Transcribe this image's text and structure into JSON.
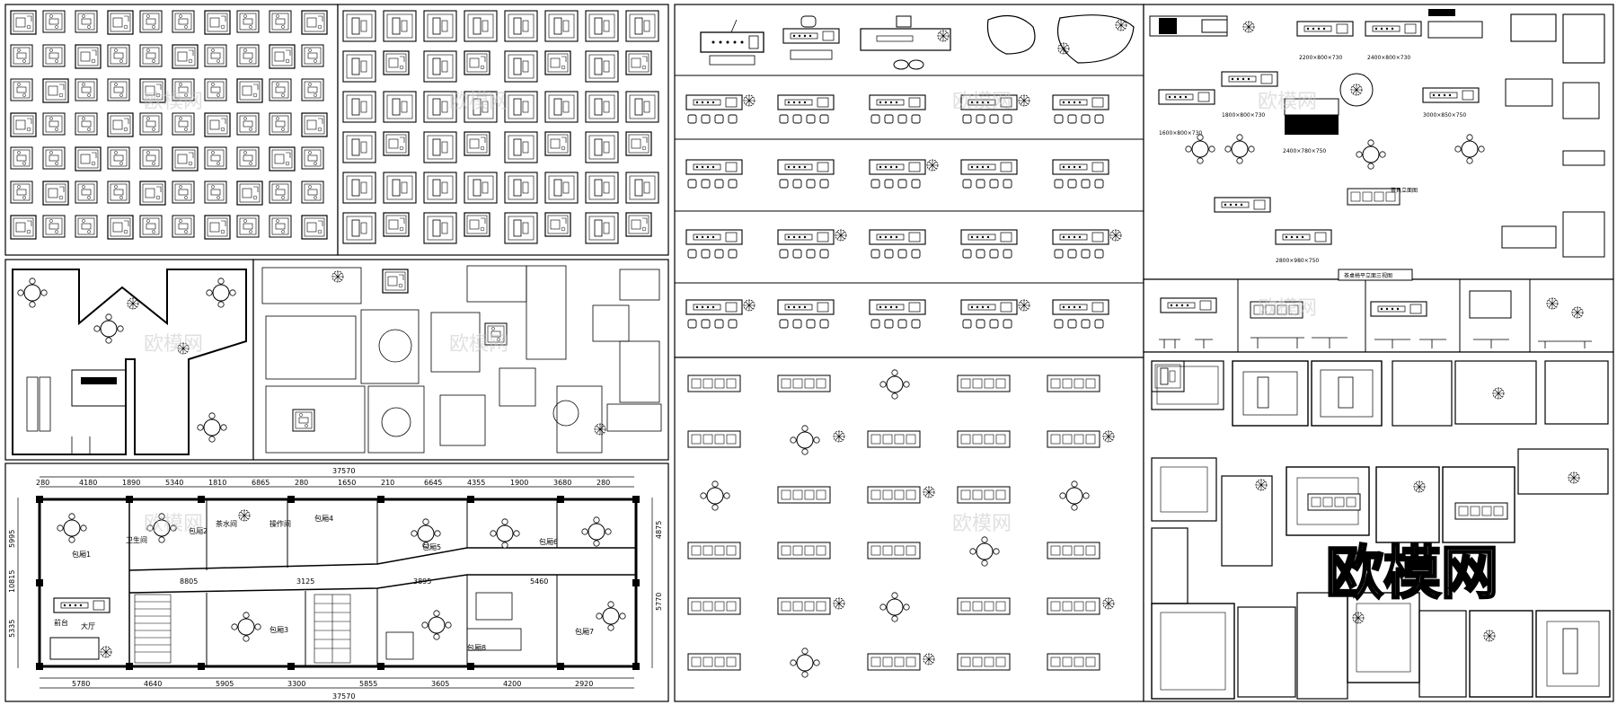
{
  "watermark": {
    "logo_text": "欧模网",
    "small_text": "欧模网"
  },
  "floor_plan": {
    "total_dimension_top": "37570",
    "total_dimension_bottom": "37570",
    "top_dimensions": [
      "280",
      "4180",
      "1890",
      "5340",
      "1810",
      "6865",
      "280",
      "1650",
      "210",
      "6645",
      "4355",
      "1900",
      "3680",
      "280"
    ],
    "bottom_dimensions": [
      "5780",
      "4640",
      "5905",
      "3300",
      "5855",
      "3605",
      "4200",
      "2920"
    ],
    "left_dimensions": [
      "5995",
      "10815",
      "5335"
    ],
    "right_dimensions": [
      "4875",
      "5770"
    ],
    "inner_dimensions": [
      "8805",
      "3125",
      "3895",
      "5460"
    ],
    "room_labels": [
      "包厢1",
      "包厢2",
      "包厢3",
      "包厢4",
      "包厢5",
      "包厢6",
      "包厢7",
      "包厢8",
      "大厅",
      "前台",
      "茶水间",
      "卫生间",
      "操作间"
    ]
  },
  "furniture_sheet": {
    "table_sizes": [
      "2200×800×730",
      "2400×800×730",
      "1600×800×730",
      "1800×800×730",
      "2400×780×750",
      "3000×850×750",
      "2800×980×750"
    ],
    "labels": [
      "茶具立面图"
    ],
    "caption": "茶桌椅平立面三视图"
  },
  "colors": {
    "ink": "#000000",
    "paper": "#ffffff",
    "watermark": "#c8c8c8"
  }
}
